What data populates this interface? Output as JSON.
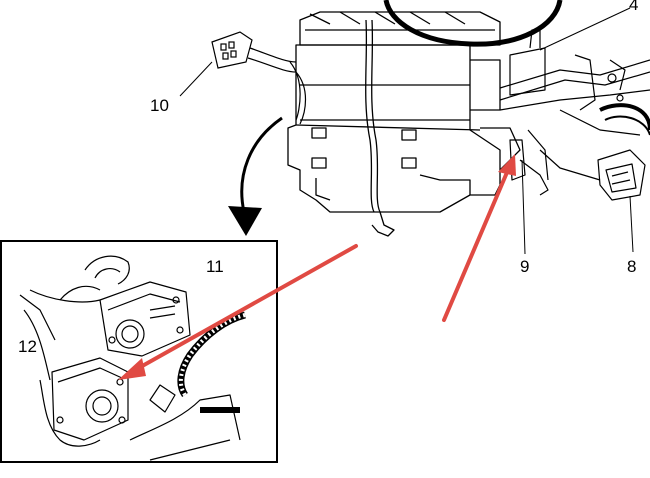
{
  "callouts": {
    "c4": "4",
    "c8": "8",
    "c9": "9",
    "c10": "10",
    "c11": "11",
    "c12": "12"
  },
  "colors": {
    "line": "#000000",
    "arrow": "#e04a43",
    "background": "#ffffff"
  },
  "icons": [
    "detail-curved-arrow-icon",
    "annotation-arrow-icon"
  ]
}
